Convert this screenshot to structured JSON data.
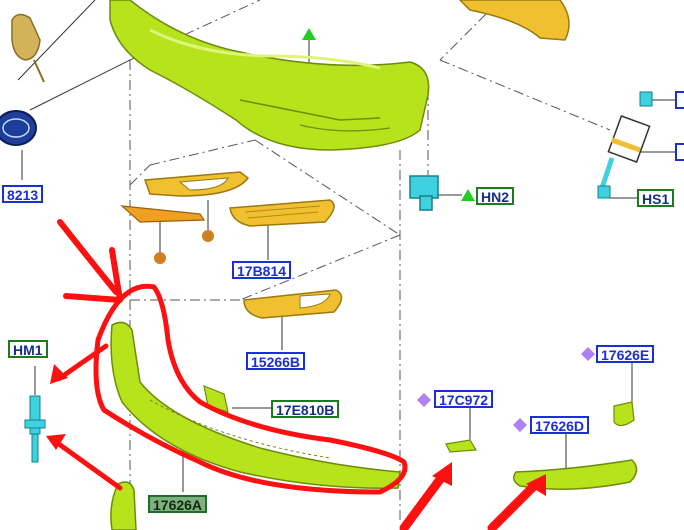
{
  "callouts": {
    "c8213": "8213",
    "cHN2": "HN2",
    "cHS1": "HS1",
    "c17B814": "17B814",
    "c15266B": "15266B",
    "cHM1": "HM1",
    "c17E810B": "17E810B",
    "c17C972": "17C972",
    "c17626E": "17626E",
    "c17626D": "17626D",
    "c17626A": "17626A"
  },
  "colors": {
    "part_green": "#b6e31c",
    "part_yellow": "#f0c030",
    "bracket_cyan": "#3fd1df",
    "annotation_red": "#ff1010",
    "marker_purple": "#b080f0",
    "marker_green": "#22cc22"
  }
}
